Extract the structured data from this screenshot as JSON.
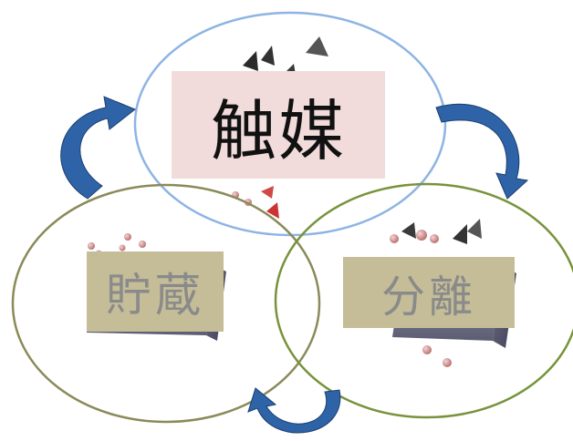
{
  "labels": {
    "catalysis": "触媒",
    "storage": "貯蔵",
    "separation": "分離"
  },
  "colors": {
    "catalysis_circle": "#8eb4e3",
    "storage_circle": "#8c8a5a",
    "separation_circle": "#77933c",
    "arrow": "#2e63a8",
    "catalysis_box": "#f2dcdb",
    "tan_box": "#c4bd97",
    "label_gray": "#8a8a8a"
  },
  "icons": [
    "cycle-arrow-icon",
    "molecular-framework-icon",
    "nanoparticle-icon"
  ]
}
